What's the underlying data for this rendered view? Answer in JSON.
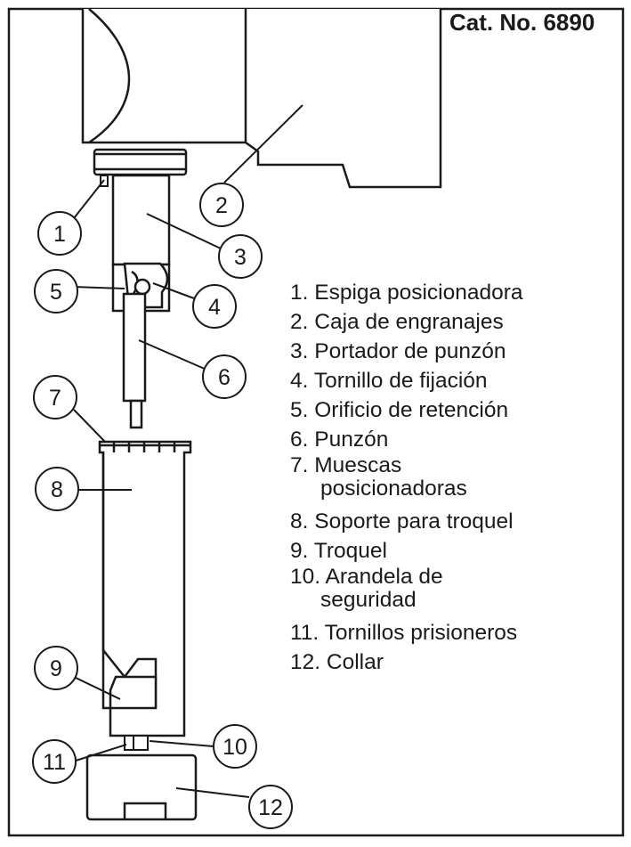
{
  "catalog_number": "Cat. No. 6890",
  "cropped_heading": "",
  "callouts": [
    "1",
    "2",
    "3",
    "4",
    "5",
    "6",
    "7",
    "8",
    "9",
    "10",
    "11",
    "12"
  ],
  "legend": [
    {
      "num": "1.",
      "text": "Espiga posicionadora"
    },
    {
      "num": "2.",
      "text": "Caja de engranajes"
    },
    {
      "num": "3.",
      "text": "Portador de punzón"
    },
    {
      "num": "4.",
      "text": "Tornillo de fijación"
    },
    {
      "num": "5.",
      "text": "Orificio de retención"
    },
    {
      "num": "6.",
      "text": "Punzón"
    },
    {
      "num": "7.",
      "text": "Muescas",
      "text2": "posicionadoras"
    },
    {
      "num": "8.",
      "text": "Soporte para troquel"
    },
    {
      "num": "9.",
      "text": "Troquel"
    },
    {
      "num": "10.",
      "text": "Arandela de",
      "text2": "seguridad"
    },
    {
      "num": "11.",
      "text": "Tornillos prisioneros"
    },
    {
      "num": "12.",
      "text": "Collar"
    }
  ],
  "colors": {
    "line": "#1a1a1a",
    "background": "#ffffff"
  }
}
